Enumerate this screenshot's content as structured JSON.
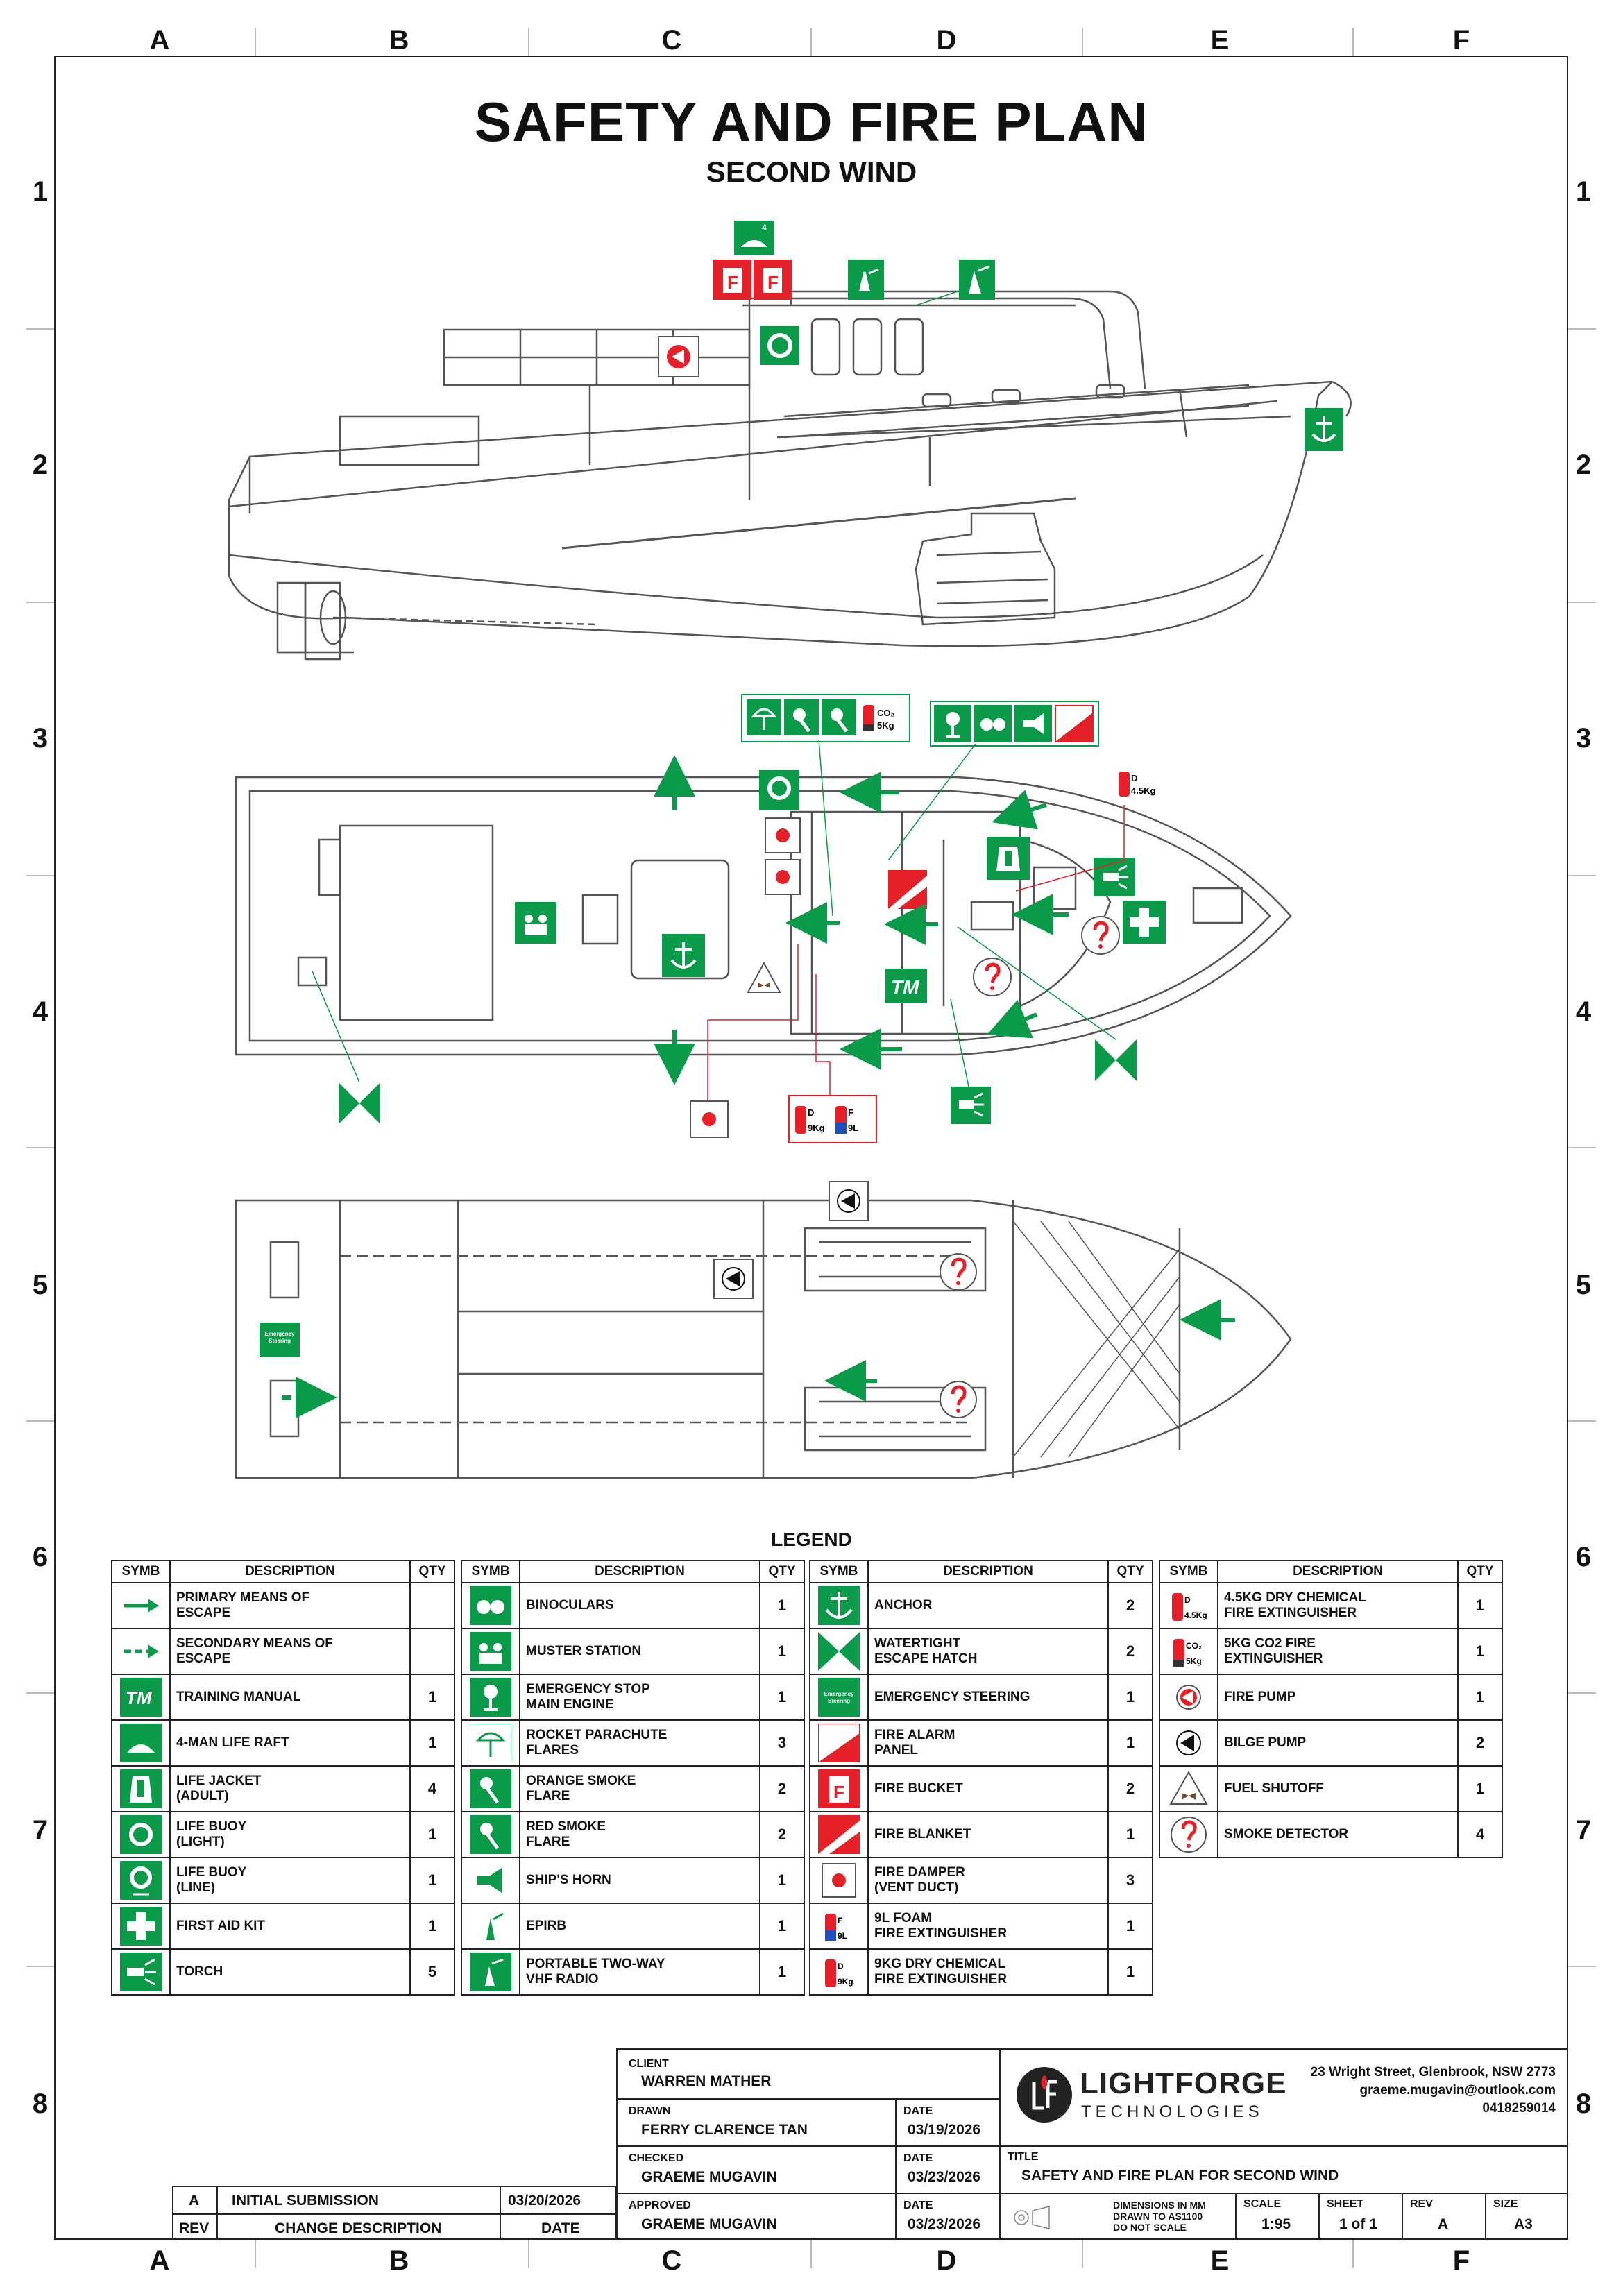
{
  "title": "SAFETY AND FIRE PLAN",
  "subtitle": "SECOND WIND",
  "grid": {
    "columns": [
      "A",
      "B",
      "C",
      "D",
      "E",
      "F"
    ],
    "rows": [
      "1",
      "2",
      "3",
      "4",
      "5",
      "6",
      "7",
      "8"
    ]
  },
  "plan_labels": {
    "co2": "CO₂",
    "co2_kg": "5Kg",
    "dry_d": "D",
    "dry_kg": "4.5Kg",
    "ext9_d": "D",
    "ext9_kg": "9Kg",
    "foam_f": "F",
    "foam_l": "9L",
    "raft_n": "4",
    "emergency_steering": "Emergency Steering",
    "tm": "TM"
  },
  "legend": {
    "title": "LEGEND",
    "headers": {
      "symb": "SYMB",
      "desc": "DESCRIPTION",
      "qty": "QTY"
    },
    "columns": [
      [
        {
          "icon": "primary-escape-arrow",
          "desc1": "PRIMARY MEANS OF",
          "desc2": "ESCAPE",
          "qty": ""
        },
        {
          "icon": "secondary-escape-arrow",
          "desc1": "SECONDARY MEANS OF",
          "desc2": "ESCAPE",
          "qty": ""
        },
        {
          "icon": "training-manual",
          "desc1": "TRAINING MANUAL",
          "desc2": "",
          "qty": "1"
        },
        {
          "icon": "life-raft",
          "desc1": "4-MAN LIFE RAFT",
          "desc2": "",
          "qty": "1"
        },
        {
          "icon": "life-jacket",
          "desc1": "LIFE JACKET",
          "desc2": "(ADULT)",
          "qty": "4"
        },
        {
          "icon": "life-buoy-light",
          "desc1": "LIFE BUOY",
          "desc2": "(LIGHT)",
          "qty": "1"
        },
        {
          "icon": "life-buoy-line",
          "desc1": "LIFE BUOY",
          "desc2": "(LINE)",
          "qty": "1"
        },
        {
          "icon": "first-aid",
          "desc1": "FIRST AID KIT",
          "desc2": "",
          "qty": "1"
        },
        {
          "icon": "torch",
          "desc1": "TORCH",
          "desc2": "",
          "qty": "5"
        }
      ],
      [
        {
          "icon": "binoculars",
          "desc1": "BINOCULARS",
          "desc2": "",
          "qty": "1"
        },
        {
          "icon": "muster-station",
          "desc1": "MUSTER STATION",
          "desc2": "",
          "qty": "1"
        },
        {
          "icon": "emergency-stop",
          "desc1": "EMERGENCY STOP",
          "desc2": "MAIN ENGINE",
          "qty": "1"
        },
        {
          "icon": "parachute-flare",
          "desc1": "ROCKET PARACHUTE",
          "desc2": "FLARES",
          "qty": "3"
        },
        {
          "icon": "orange-smoke",
          "desc1": "ORANGE SMOKE",
          "desc2": "FLARE",
          "qty": "2"
        },
        {
          "icon": "red-smoke",
          "desc1": "RED SMOKE",
          "desc2": "FLARE",
          "qty": "2"
        },
        {
          "icon": "ships-horn",
          "desc1": "SHIP'S HORN",
          "desc2": "",
          "qty": "1"
        },
        {
          "icon": "epirb",
          "desc1": "EPIRB",
          "desc2": "",
          "qty": "1"
        },
        {
          "icon": "vhf-radio",
          "desc1": "PORTABLE TWO-WAY",
          "desc2": "VHF RADIO",
          "qty": "1"
        }
      ],
      [
        {
          "icon": "anchor",
          "desc1": "ANCHOR",
          "desc2": "",
          "qty": "2"
        },
        {
          "icon": "escape-hatch",
          "desc1": "WATERTIGHT",
          "desc2": "ESCAPE HATCH",
          "qty": "2"
        },
        {
          "icon": "emergency-steering",
          "desc1": "EMERGENCY STEERING",
          "desc2": "",
          "qty": "1"
        },
        {
          "icon": "fire-alarm",
          "desc1": "FIRE ALARM",
          "desc2": "PANEL",
          "qty": "1"
        },
        {
          "icon": "fire-bucket",
          "desc1": "FIRE BUCKET",
          "desc2": "",
          "qty": "2"
        },
        {
          "icon": "fire-blanket",
          "desc1": "FIRE BLANKET",
          "desc2": "",
          "qty": "1"
        },
        {
          "icon": "fire-damper",
          "desc1": "FIRE DAMPER",
          "desc2": "(VENT DUCT)",
          "qty": "3"
        },
        {
          "icon": "foam-extinguisher",
          "desc1": "9L FOAM",
          "desc2": "FIRE EXTINGUISHER",
          "qty": "1"
        },
        {
          "icon": "dry-chem-9kg",
          "desc1": "9KG DRY CHEMICAL",
          "desc2": "FIRE EXTINGUISHER",
          "qty": "1"
        }
      ],
      [
        {
          "icon": "dry-chem-4kg",
          "desc1": "4.5KG DRY CHEMICAL",
          "desc2": "FIRE EXTINGUISHER",
          "qty": "1"
        },
        {
          "icon": "co2-extinguisher",
          "desc1": "5KG CO2 FIRE",
          "desc2": "EXTINGUISHER",
          "qty": "1"
        },
        {
          "icon": "fire-pump",
          "desc1": "FIRE PUMP",
          "desc2": "",
          "qty": "1"
        },
        {
          "icon": "bilge-pump",
          "desc1": "BILGE PUMP",
          "desc2": "",
          "qty": "2"
        },
        {
          "icon": "fuel-shutoff",
          "desc1": "FUEL SHUTOFF",
          "desc2": "",
          "qty": "1"
        },
        {
          "icon": "smoke-detector",
          "desc1": "SMOKE DETECTOR",
          "desc2": "",
          "qty": "4"
        }
      ]
    ]
  },
  "title_block": {
    "client_label": "CLIENT",
    "client": "WARREN MATHER",
    "drawn_label": "DRAWN",
    "drawn": "FERRY CLARENCE TAN",
    "checked_label": "CHECKED",
    "checked": "GRAEME MUGAVIN",
    "approved_label": "APPROVED",
    "approved": "GRAEME MUGAVIN",
    "date_label": "DATE",
    "drawn_date": "03/19/2026",
    "checked_date": "03/23/2026",
    "approved_date": "03/23/2026",
    "company1": "LIGHTFORGE",
    "company2": "TECHNOLOGIES",
    "address": "23 Wright Street, Glenbrook, NSW 2773",
    "email": "graeme.mugavin@outlook.com",
    "phone": "0418259014",
    "title_label": "TITLE",
    "drawing_title": "SAFETY AND FIRE PLAN FOR SECOND WIND",
    "dims1": "DIMENSIONS IN MM",
    "dims2": "DRAWN TO AS1100",
    "dims3": "DO NOT SCALE",
    "scale_label": "SCALE",
    "scale": "1:95",
    "sheet_label": "SHEET",
    "sheet": "1 of 1",
    "rev_label": "REV",
    "rev": "A",
    "size_label": "SIZE",
    "size": "A3",
    "revision": {
      "rev": "A",
      "desc": "INITIAL SUBMISSION",
      "date": "03/20/2026"
    },
    "rev_header": {
      "rev": "REV",
      "desc": "CHANGE DESCRIPTION",
      "date": "DATE"
    }
  },
  "colors": {
    "safety_green": "#0a9a4a",
    "fire_red": "#e52028",
    "line": "#555555"
  }
}
